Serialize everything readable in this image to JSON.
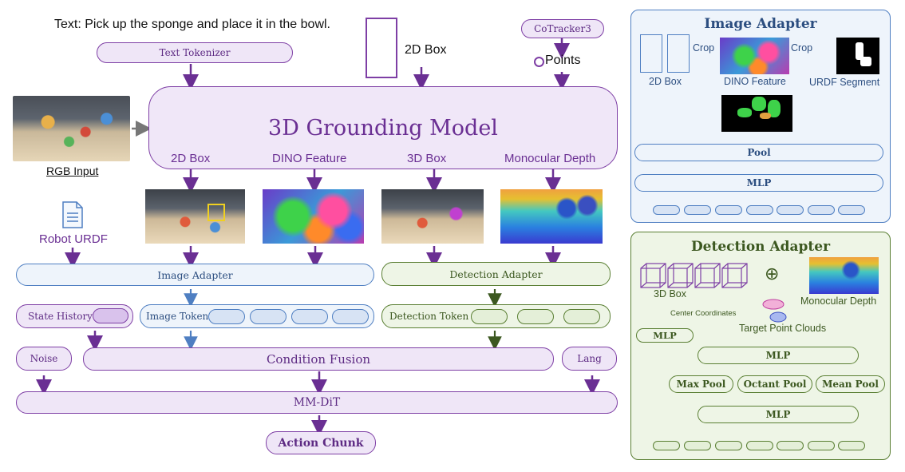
{
  "header": {
    "instruction": "Text: Pick up the sponge and place it in the bowl.",
    "box_2d": "2D Box",
    "points": "Points"
  },
  "nodes": {
    "text_tokenizer": "Text Tokenizer",
    "cotracker": "CoTracker3",
    "grounding_model": "3D Grounding Model",
    "rgb_input": "RGB Input",
    "robot_urdf": "Robot URDF",
    "image_adapter": "Image Adapter",
    "detection_adapter": "Detection Adapter",
    "state_history": "State History",
    "image_token": "Image Token",
    "detection_token": "Detection Token",
    "noise": "Noise",
    "condition_fusion": "Condition Fusion",
    "lang": "Lang",
    "mmdit": "MM-DiT",
    "action_chunk": "Action Chunk"
  },
  "grounding_outputs": [
    "2D Box",
    "DINO Feature",
    "3D Box",
    "Monocular Depth"
  ],
  "image_adapter_panel": {
    "title": "Image Adapter",
    "crop_left": "Crop",
    "crop_right": "Crop",
    "box_2d": "2D Box",
    "dino_feature": "DINO Feature",
    "urdf_segment": "URDF Segment",
    "pool": "Pool",
    "mlp": "MLP"
  },
  "detection_adapter_panel": {
    "title": "Detection Adapter",
    "box_3d": "3D Box",
    "monocular_depth": "Monocular Depth",
    "center_coordinates": "Center Coordinates",
    "target_point_clouds": "Target Point Clouds",
    "mlp_left": "MLP",
    "mlp_top": "MLP",
    "max_pool": "Max Pool",
    "octant_pool": "Octant Pool",
    "mean_pool": "Mean Pool",
    "mlp_bottom": "MLP",
    "plus_symbol": "⊕"
  },
  "colors": {
    "purple": "#7e3fa5",
    "blue": "#4f7fc2",
    "green": "#5a7f33",
    "grounding_text": "#6a2f93"
  }
}
